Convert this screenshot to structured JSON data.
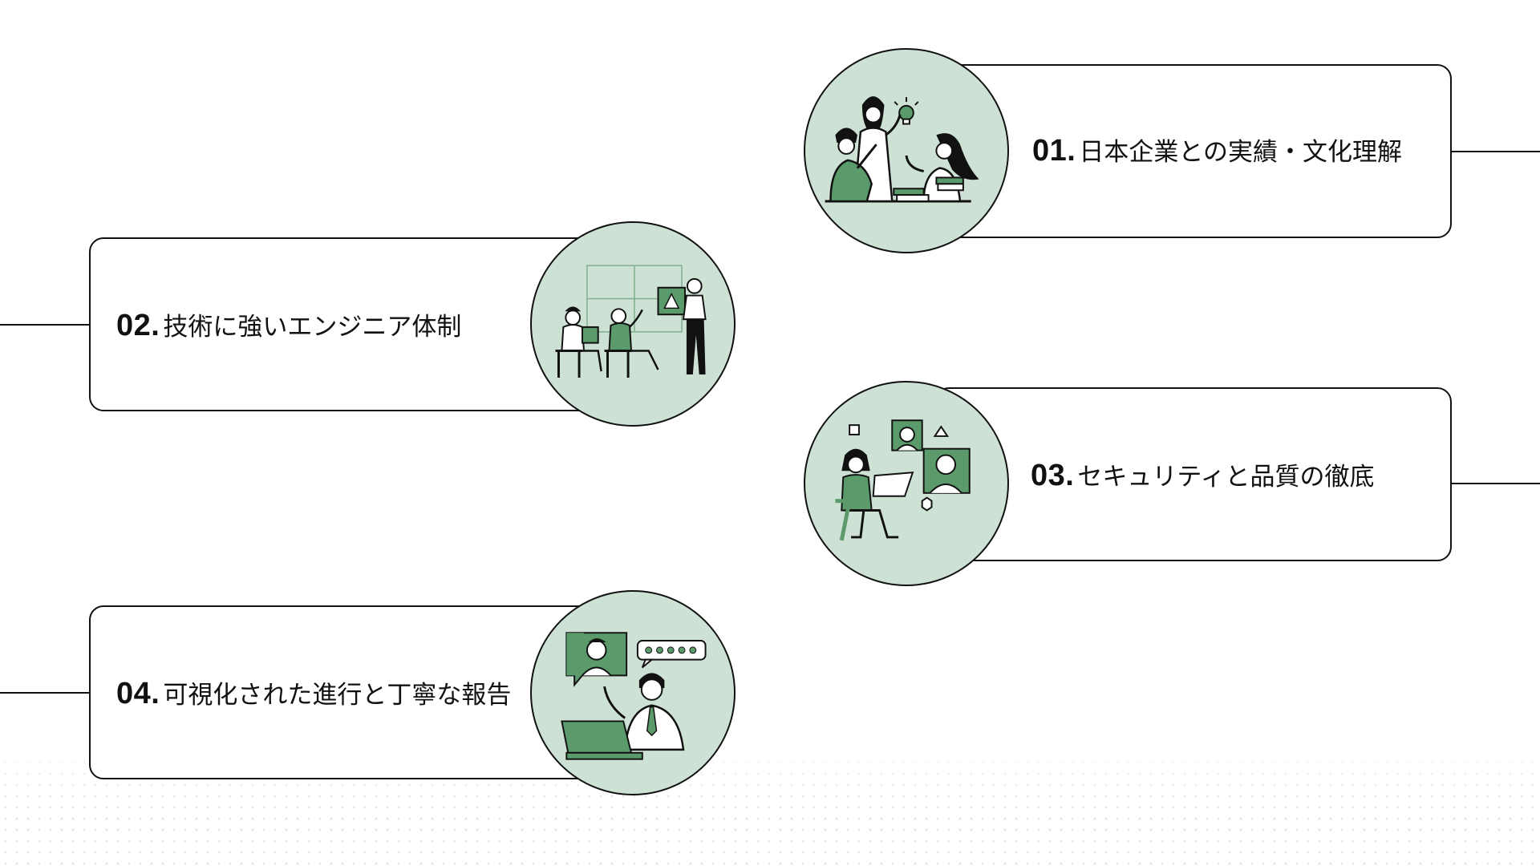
{
  "items": [
    {
      "number": "01.",
      "label": "日本企業との実績・文化理解",
      "illustration": "team-ideas-illustration"
    },
    {
      "number": "02.",
      "label": "技術に強いエンジニア体制",
      "illustration": "engineers-working-illustration"
    },
    {
      "number": "03.",
      "label": "セキュリティと品質の徹底",
      "illustration": "remote-security-illustration"
    },
    {
      "number": "04.",
      "label": "可視化された進行と丁寧な報告",
      "illustration": "reporting-review-illustration"
    }
  ],
  "colors": {
    "accent": "#5b9a6a",
    "circle_fill": "#cde1d4",
    "outline": "#111111"
  }
}
